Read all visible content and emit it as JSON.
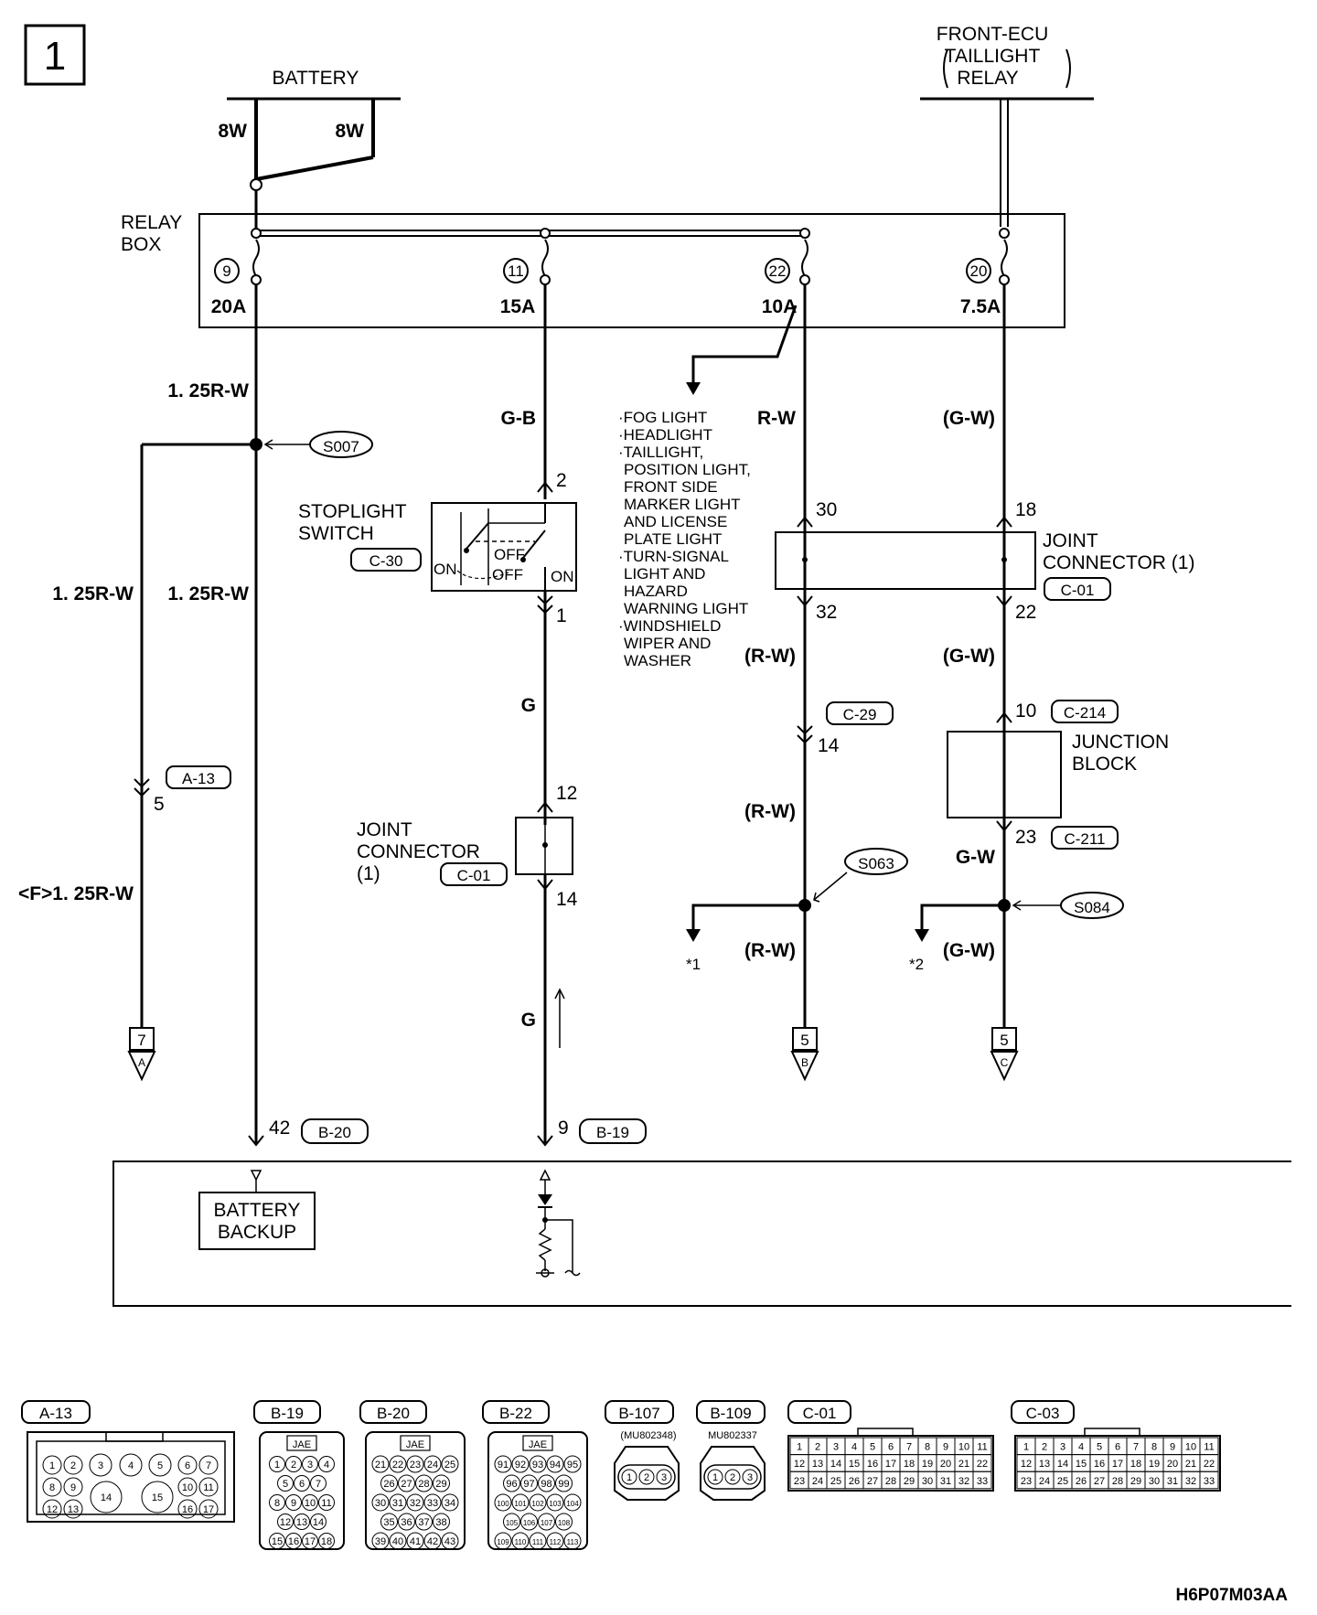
{
  "page": {
    "number": "1",
    "footer_code": "H6P07M03AA"
  },
  "sources": {
    "battery": "BATTERY",
    "battery_wire_left": "8W",
    "battery_wire_right": "8W",
    "front_ecu_line1": "FRONT-ECU",
    "front_ecu_line2": "TAILLIGHT",
    "front_ecu_line3": "RELAY"
  },
  "relay_box": {
    "label_line1": "RELAY",
    "label_line2": "BOX",
    "fuses": [
      {
        "number": "9",
        "rating": "20A"
      },
      {
        "number": "11",
        "rating": "15A"
      },
      {
        "number": "22",
        "rating": "10A"
      },
      {
        "number": "20",
        "rating": "7.5A"
      }
    ]
  },
  "circuit1": {
    "wire_top": "1. 25R-W",
    "splice": "S007",
    "branch_wire": "1. 25R-W",
    "main_wire": "1. 25R-W",
    "conn_a13": "A-13",
    "conn_a13_pin": "5",
    "variant_wire": "<F>1. 25R-W",
    "ref_box": "7",
    "ref_letter": "A",
    "ecu_pin": "42",
    "ecu_conn": "B-20",
    "battery_backup_line1": "BATTERY",
    "battery_backup_line2": "BACKUP"
  },
  "circuit2": {
    "wire_top": "G-B",
    "pin_in": "2",
    "switch_line1": "STOPLIGHT",
    "switch_line2": "SWITCH",
    "switch_conn": "C-30",
    "sw_on_left": "ON",
    "sw_off_top": "OFF",
    "sw_off_bottom": "OFF",
    "sw_on_right": "ON",
    "pin_out": "1",
    "wire_mid": "G",
    "jc_pin_in": "12",
    "jc_line1": "JOINT",
    "jc_line2": "CONNECTOR",
    "jc_line3": "(1)",
    "jc_conn": "C-01",
    "jc_pin_out": "14",
    "wire_low": "G",
    "ecu_pin": "9",
    "ecu_conn": "B-19"
  },
  "fuse22_loads": [
    "·FOG LIGHT",
    "·HEADLIGHT",
    "·TAILLIGHT,",
    "POSITION LIGHT,",
    "FRONT SIDE",
    "MARKER LIGHT",
    "AND LICENSE",
    "PLATE LIGHT",
    "·TURN-SIGNAL",
    "LIGHT AND",
    "HAZARD",
    "WARNING LIGHT",
    "·WINDSHIELD",
    "WIPER AND",
    "WASHER"
  ],
  "circuit3": {
    "wire_top": "R-W",
    "pin_30": "30",
    "pin_32": "32",
    "wire_a": "(R-W)",
    "conn_c29": "C-29",
    "pin_14": "14",
    "wire_b": "(R-W)",
    "splice": "S063",
    "note": "*1",
    "wire_c": "(R-W)",
    "ref_box": "5",
    "ref_letter": "B"
  },
  "circuit4": {
    "wire_top": "(G-W)",
    "pin_18": "18",
    "jc_line1": "JOINT",
    "jc_line2": "CONNECTOR (1)",
    "jc_conn": "C-01",
    "pin_22": "22",
    "wire_a": "(G-W)",
    "pin_10": "10",
    "conn_c214": "C-214",
    "jb_line1": "JUNCTION",
    "jb_line2": "BLOCK",
    "pin_23": "23",
    "conn_c211": "C-211",
    "wire_b": "G-W",
    "splice": "S084",
    "note": "*2",
    "wire_c": "(G-W)",
    "ref_box": "5",
    "ref_letter": "C"
  },
  "connectors": {
    "a13": {
      "label": "A-13",
      "pins": [
        "1",
        "2",
        "3",
        "4",
        "5",
        "6",
        "7",
        "8",
        "9",
        "14",
        "15",
        "10",
        "11",
        "12",
        "13",
        "16",
        "17"
      ]
    },
    "b19": {
      "label": "B-19",
      "maker": "JAE",
      "rows": [
        [
          "1",
          "2",
          "3",
          "4"
        ],
        [
          "5",
          "6",
          "7"
        ],
        [
          "8",
          "9",
          "10",
          "11"
        ],
        [
          "12",
          "13",
          "14"
        ],
        [
          "15",
          "16",
          "17",
          "18"
        ]
      ]
    },
    "b20": {
      "label": "B-20",
      "maker": "JAE",
      "rows": [
        [
          "21",
          "22",
          "23",
          "24",
          "25"
        ],
        [
          "26",
          "27",
          "28",
          "29"
        ],
        [
          "30",
          "31",
          "32",
          "33",
          "34"
        ],
        [
          "35",
          "36",
          "37",
          "38"
        ],
        [
          "39",
          "40",
          "41",
          "42",
          "43"
        ]
      ]
    },
    "b22": {
      "label": "B-22",
      "maker": "JAE",
      "rows": [
        [
          "91",
          "92",
          "93",
          "94",
          "95"
        ],
        [
          "96",
          "97",
          "98",
          "99"
        ],
        [
          "100",
          "101",
          "102",
          "103",
          "104"
        ],
        [
          "105",
          "106",
          "107",
          "108"
        ],
        [
          "109",
          "110",
          "111",
          "112",
          "113"
        ]
      ]
    },
    "b107": {
      "label": "B-107",
      "part": "(MU802348)",
      "pins": [
        "1",
        "2",
        "3"
      ]
    },
    "b109": {
      "label": "B-109",
      "part": "MU802337",
      "pins": [
        "1",
        "2",
        "3"
      ]
    },
    "c01": {
      "label": "C-01",
      "rows": [
        [
          "1",
          "2",
          "3",
          "4",
          "5",
          "6",
          "7",
          "8",
          "9",
          "10",
          "11"
        ],
        [
          "12",
          "13",
          "14",
          "15",
          "16",
          "17",
          "18",
          "19",
          "20",
          "21",
          "22"
        ],
        [
          "23",
          "24",
          "25",
          "26",
          "27",
          "28",
          "29",
          "30",
          "31",
          "32",
          "33"
        ]
      ]
    },
    "c03": {
      "label": "C-03",
      "rows": [
        [
          "1",
          "2",
          "3",
          "4",
          "5",
          "6",
          "7",
          "8",
          "9",
          "10",
          "11"
        ],
        [
          "12",
          "13",
          "14",
          "15",
          "16",
          "17",
          "18",
          "19",
          "20",
          "21",
          "22"
        ],
        [
          "23",
          "24",
          "25",
          "26",
          "27",
          "28",
          "29",
          "30",
          "31",
          "32",
          "33"
        ]
      ]
    }
  }
}
